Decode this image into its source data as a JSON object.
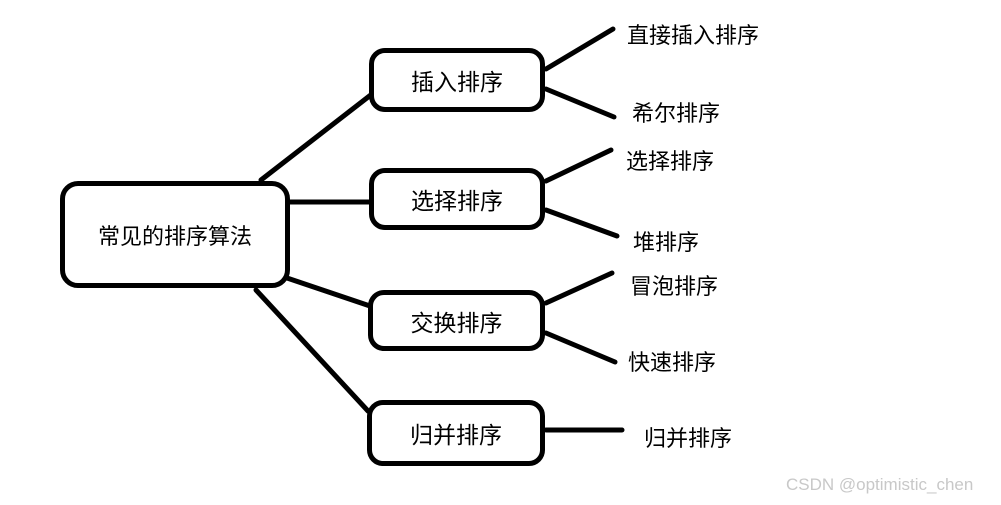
{
  "diagram": {
    "root": {
      "label": "常见的排序算法"
    },
    "branches": [
      {
        "label": "插入排序",
        "leaves": [
          "直接插入排序",
          "希尔排序"
        ]
      },
      {
        "label": "选择排序",
        "leaves": [
          "选择排序",
          "堆排序"
        ]
      },
      {
        "label": "交换排序",
        "leaves": [
          "冒泡排序",
          "快速排序"
        ]
      },
      {
        "label": "归并排序",
        "leaves": [
          "归并排序"
        ]
      }
    ]
  },
  "watermark": "CSDN @optimistic_chen",
  "colors": {
    "line": "#000000",
    "background": "#ffffff",
    "watermark_text": "#c8c8c8"
  }
}
